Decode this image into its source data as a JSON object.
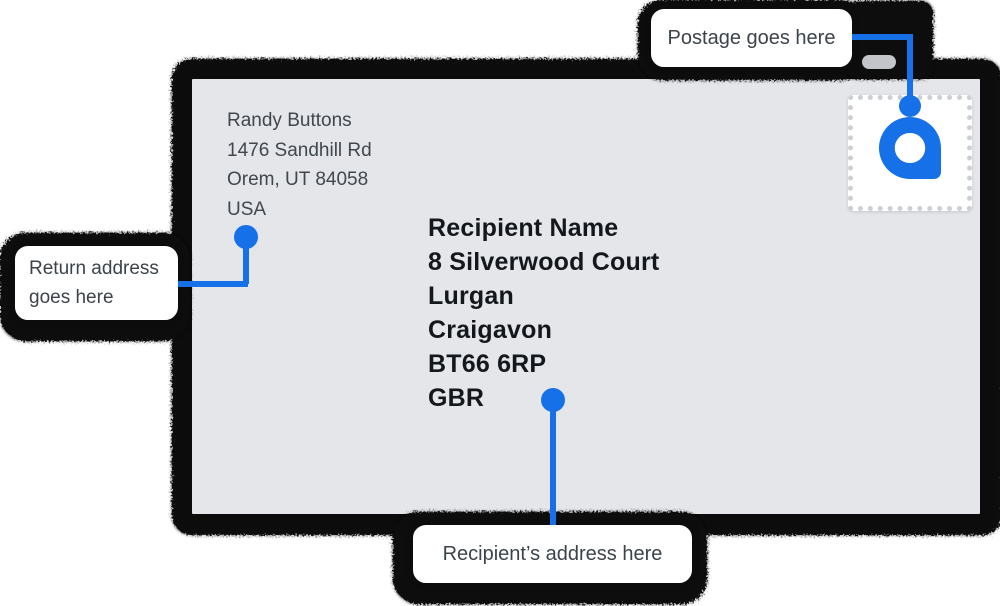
{
  "colors": {
    "accent_blue": "#1671e8",
    "outline_black": "#0c0c0d",
    "envelope_fill": "#e4e6e9",
    "stamp_white": "#ffffff",
    "perforation_gray": "#ccd0d4",
    "slot_gray": "#c3c5c8",
    "return_text": "#41474f",
    "recipient_text": "#14181d",
    "callout_text": "#3c434b"
  },
  "envelope": {
    "return_address": {
      "lines": [
        "Randy Buttons",
        "1476 Sandhill Rd",
        "Orem, UT 84058",
        "USA"
      ]
    },
    "recipient_address": {
      "lines": [
        "Recipient Name",
        "8 Silverwood Court",
        "Lurgan",
        "Craigavon",
        "BT66 6RP",
        "GBR"
      ]
    },
    "stamp": {
      "logo": "blue pin-drop logo"
    }
  },
  "callouts": {
    "postage": {
      "label": "Postage goes here"
    },
    "return": {
      "label": "Return address goes here"
    },
    "recipient": {
      "label": "Recipient’s address here"
    }
  }
}
